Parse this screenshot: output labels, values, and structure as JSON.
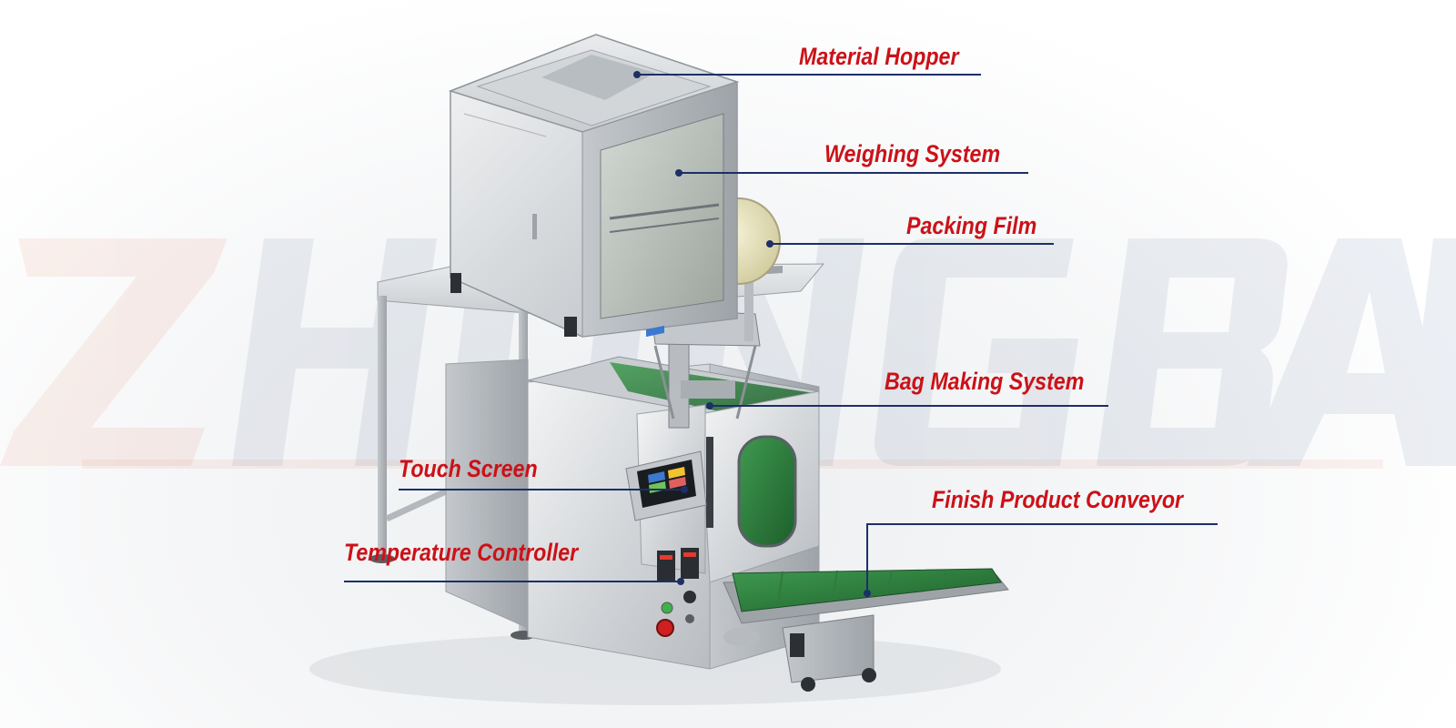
{
  "watermark": {
    "text": "ZHONGBAI",
    "color_main": "#3d5a8a",
    "color_accent": "#d9603a"
  },
  "machine": {
    "label": "",
    "touch_screen_colors": [
      "#3b78d0",
      "#f2c230",
      "#6fc35a",
      "#e06060"
    ]
  },
  "label_color": "#cc1118",
  "leader_color": "#1c2f66",
  "callouts": [
    {
      "id": "material-hopper",
      "label": "Material Hopper"
    },
    {
      "id": "weighing-system",
      "label": "Weighing  System"
    },
    {
      "id": "packing-film",
      "label": "Packing Film"
    },
    {
      "id": "bag-making-system",
      "label": "Bag Making System"
    },
    {
      "id": "touch-screen",
      "label": "Touch Screen"
    },
    {
      "id": "finish-product-conveyor",
      "label": "Finish Product Conveyor"
    },
    {
      "id": "temperature-controller",
      "label": "Temperature Controller"
    }
  ]
}
